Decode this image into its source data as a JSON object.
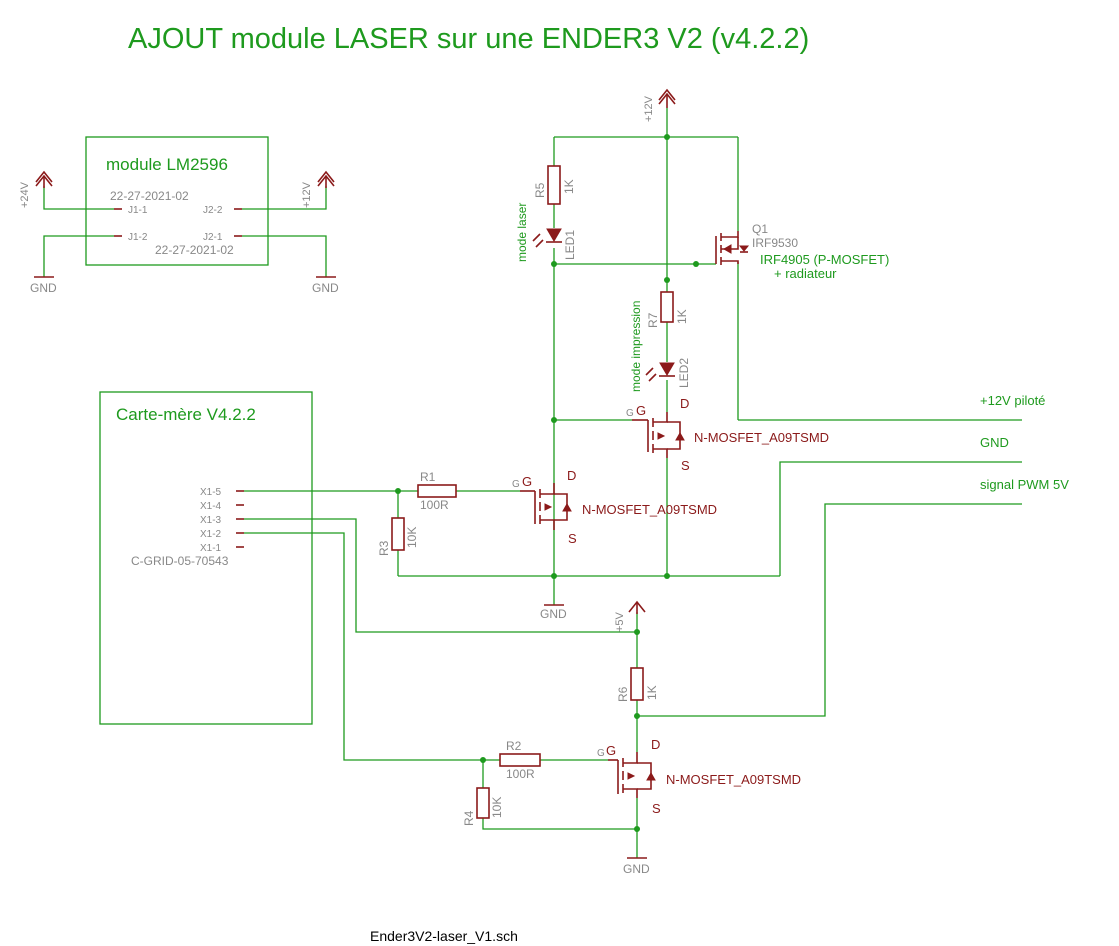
{
  "title": "AJOUT module LASER sur une ENDER3 V2 (v4.2.2)",
  "filename": "Ender3V2-laser_V1.sch",
  "lm2596": {
    "name": "module LM2596",
    "ref_top": "22-27-2021-02",
    "ref_bottom": "22-27-2021-02",
    "pins": {
      "j1_1": "J1-1",
      "j1_2": "J1-2",
      "j2_1": "J2-1",
      "j2_2": "J2-2"
    }
  },
  "carte": {
    "name": "Carte-mère V4.2.2",
    "connector": "C-GRID-05-70543",
    "pins": [
      "X1-5",
      "X1-4",
      "X1-3",
      "X1-2",
      "X1-1"
    ]
  },
  "power": {
    "v24": "+24V",
    "v12": "+12V",
    "v12_top": "+12V",
    "v5": "+5V",
    "gnd": "GND"
  },
  "resistors": {
    "r1": {
      "name": "R1",
      "value": "100R"
    },
    "r2": {
      "name": "R2",
      "value": "100R"
    },
    "r3": {
      "name": "R3",
      "value": "10K"
    },
    "r4": {
      "name": "R4",
      "value": "10K"
    },
    "r5": {
      "name": "R5",
      "value": "1K"
    },
    "r6": {
      "name": "R6",
      "value": "1K"
    },
    "r7": {
      "name": "R7",
      "value": "1K"
    }
  },
  "leds": {
    "led1": {
      "name": "LED1",
      "label": "mode laser"
    },
    "led2": {
      "name": "LED2",
      "label": "mode impression"
    }
  },
  "q1": {
    "name": "Q1",
    "value": "IRF9530",
    "note1": "IRF4905 (P-MOSFET)",
    "note2": "+ radiateur"
  },
  "nmosfet": {
    "label": "N-MOSFET_A09TSMD",
    "gate": "G",
    "drain": "D",
    "source": "S"
  },
  "outputs": {
    "out1": "+12V piloté",
    "out2": "GND",
    "out3": "signal PWM 5V"
  },
  "colors": {
    "net": "#1e9a1e",
    "part": "#8b1a1a",
    "text_gray": "#888888"
  }
}
